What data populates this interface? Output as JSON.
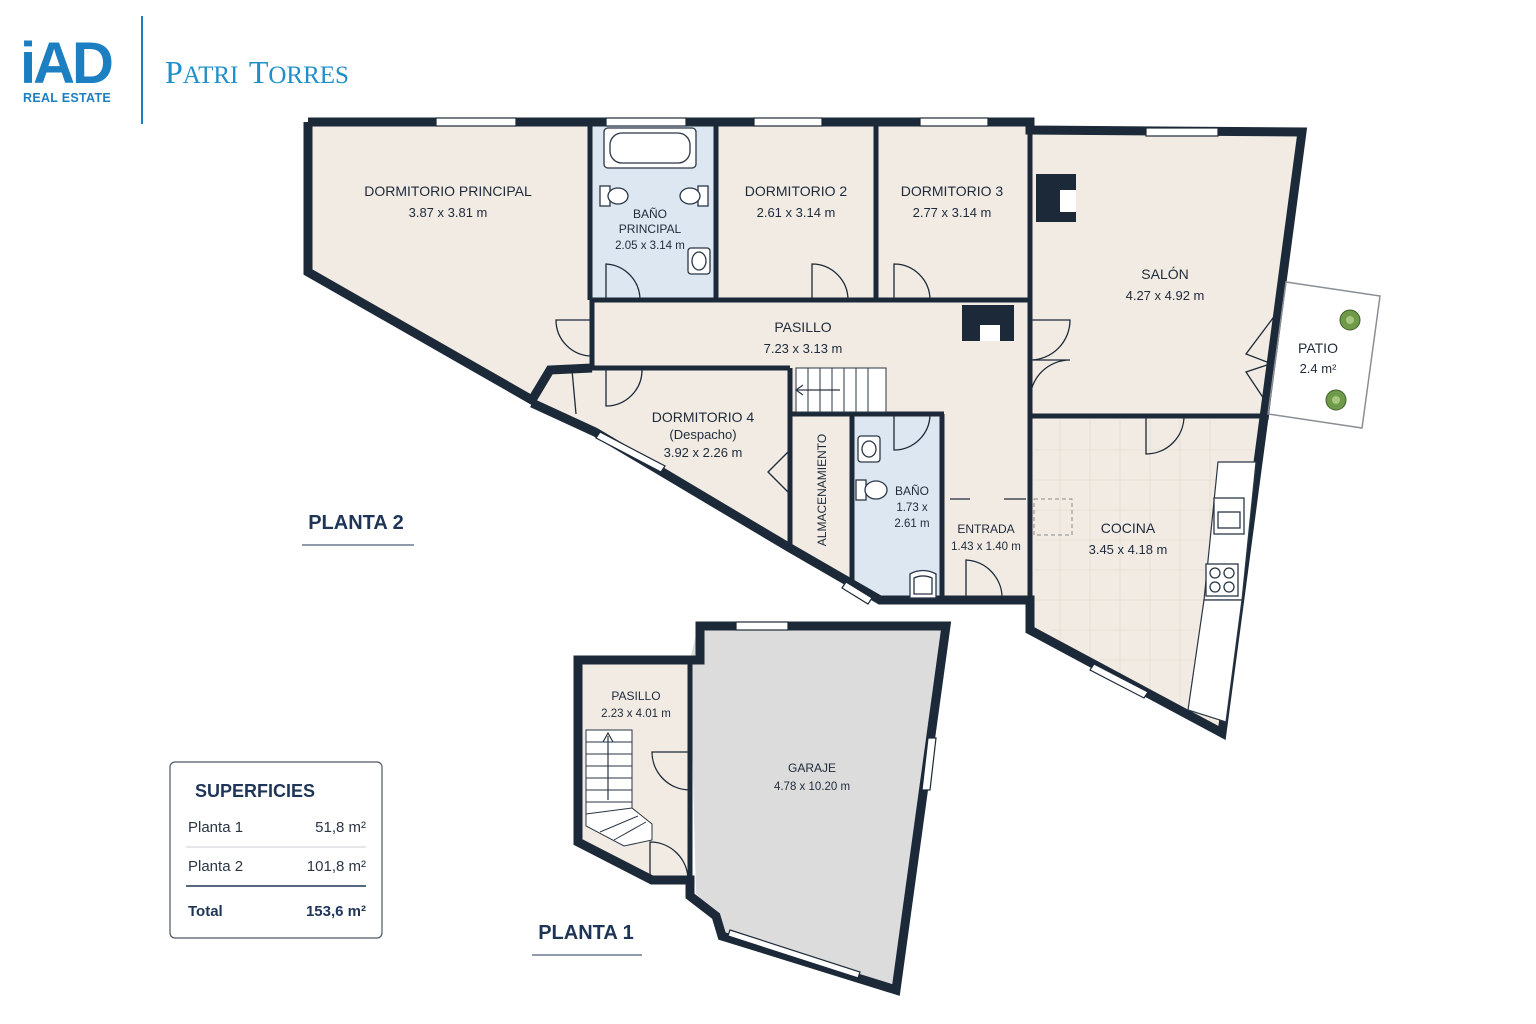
{
  "brand": {
    "logo_text": "iAD",
    "logo_sub": "REAL ESTATE",
    "agent_first": "Patri",
    "agent_last": "Torres",
    "colors": {
      "brand_blue": "#1b7fc2",
      "wall": "#1c2938",
      "floor_beige": "#f1ebe3",
      "bath_blue": "#dde7f1",
      "garage_grey": "#dcdcdc"
    }
  },
  "floors": {
    "planta2_label": "PLANTA 2",
    "planta1_label": "PLANTA 1"
  },
  "rooms": {
    "dormitorio_principal": {
      "name": "DORMITORIO PRINCIPAL",
      "dims": "3.87 x 3.81 m"
    },
    "bano_principal": {
      "name_1": "BAÑO",
      "name_2": "PRINCIPAL",
      "dims": "2.05 x 3.14 m"
    },
    "dormitorio_2": {
      "name": "DORMITORIO 2",
      "dims": "2.61 x 3.14 m"
    },
    "dormitorio_3": {
      "name": "DORMITORIO 3",
      "dims": "2.77 x 3.14 m"
    },
    "salon": {
      "name": "SALÓN",
      "dims": "4.27 x 4.92 m"
    },
    "patio": {
      "name": "PATIO",
      "dims": "2.4 m²"
    },
    "pasillo_2": {
      "name": "PASILLO",
      "dims": "7.23 x 3.13 m"
    },
    "dormitorio_4": {
      "name": "DORMITORIO 4",
      "sub": "(Despacho)",
      "dims": "3.92 x 2.26 m"
    },
    "almacenamiento": {
      "name": "ALMACENAMIENTO"
    },
    "bano": {
      "name": "BAÑO",
      "dims_1": "1.73 x",
      "dims_2": "2.61 m"
    },
    "entrada": {
      "name": "ENTRADA",
      "dims": "1.43 x 1.40 m"
    },
    "cocina": {
      "name": "COCINA",
      "dims": "3.45 x 4.18 m"
    },
    "pasillo_1": {
      "name": "PASILLO",
      "dims": "2.23 x 4.01 m"
    },
    "garaje": {
      "name": "GARAJE",
      "dims": "4.78 x 10.20 m"
    }
  },
  "surfaces": {
    "title": "SUPERFICIES",
    "rows": [
      {
        "label": "Planta 1",
        "value": "51,8 m²"
      },
      {
        "label": "Planta 2",
        "value": "101,8 m²"
      }
    ],
    "total_label": "Total",
    "total_value": "153,6 m²"
  }
}
